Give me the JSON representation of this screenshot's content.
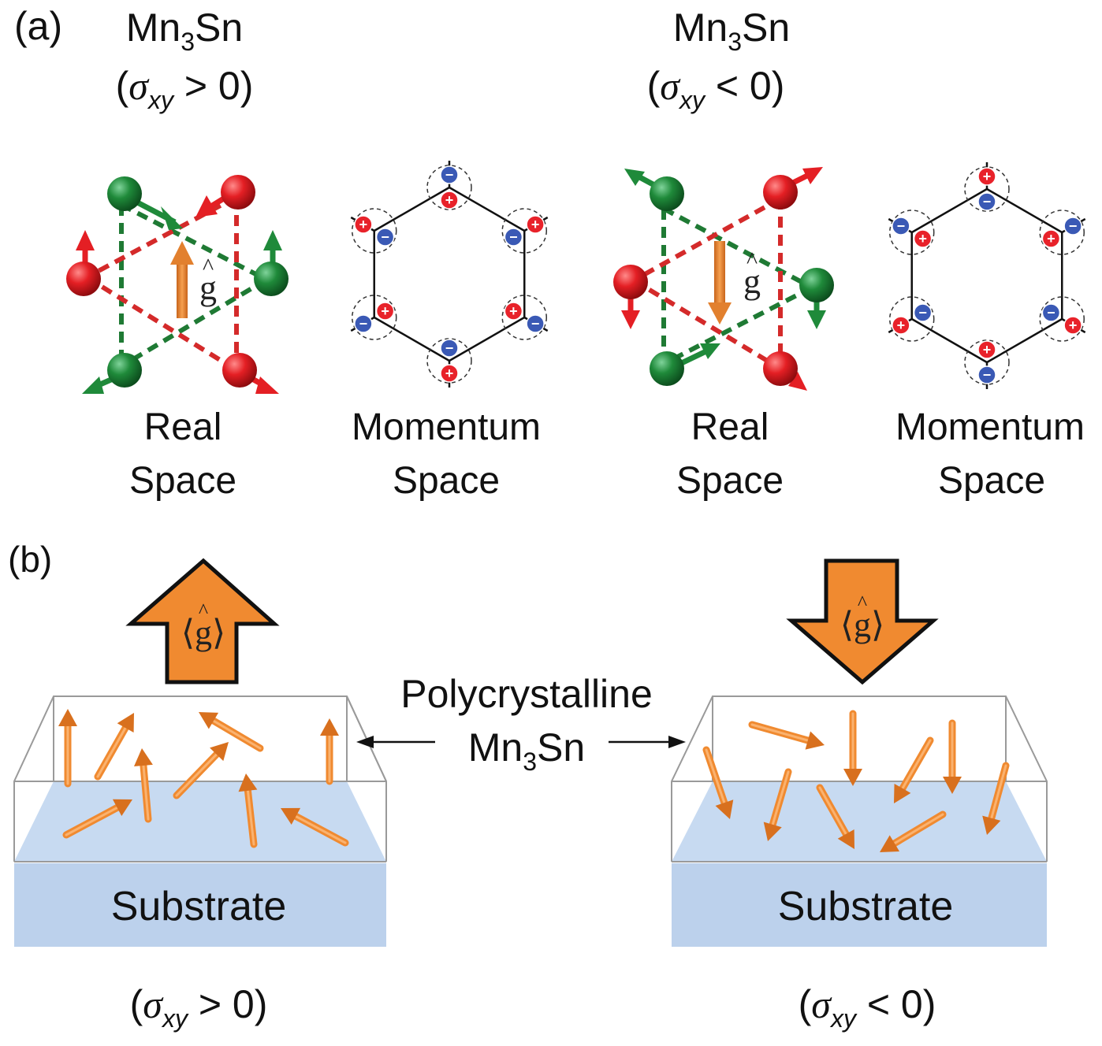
{
  "panel_a": {
    "label": "(a)",
    "left": {
      "formula": {
        "pre": "Mn",
        "sub": "3",
        "post": "Sn"
      },
      "sigma": {
        "open": "(",
        "symbol": "σ",
        "sub": "xy",
        "relation": " > 0",
        "close": ")"
      },
      "real_space": {
        "line1": "Real",
        "line2": "Space",
        "g_symbol": "g"
      },
      "momentum_space": {
        "line1": "Momentum",
        "line2": "Space"
      }
    },
    "right": {
      "formula": {
        "pre": "Mn",
        "sub": "3",
        "post": "Sn"
      },
      "sigma": {
        "open": "(",
        "symbol": "σ",
        "sub": "xy",
        "relation": " < 0",
        "close": ")"
      },
      "real_space": {
        "line1": "Real",
        "line2": "Space",
        "g_symbol": "g"
      },
      "momentum_space": {
        "line1": "Momentum",
        "line2": "Space"
      }
    },
    "charge": {
      "plus": "+",
      "minus": "−"
    }
  },
  "panel_b": {
    "label": "(b)",
    "center_label": {
      "line1": "Polycrystalline",
      "formula": {
        "pre": "Mn",
        "sub": "3",
        "post": "Sn"
      }
    },
    "left": {
      "arrow_label": "⟨g⟩",
      "substrate": "Substrate",
      "sigma": {
        "open": "(",
        "symbol": "σ",
        "sub": "xy",
        "relation": " > 0",
        "close": ")"
      }
    },
    "right": {
      "arrow_label": "⟨g⟩",
      "substrate": "Substrate",
      "sigma": {
        "open": "(",
        "symbol": "σ",
        "sub": "xy",
        "relation": " < 0",
        "close": ")"
      }
    }
  },
  "colors": {
    "red_atom": "#e41f24",
    "green_atom": "#1f8a3a",
    "orange_arrow": "#f08a30",
    "plus_charge": "#e8222a",
    "minus_charge": "#3a59b5",
    "substrate": "#bcd1ec",
    "film_base": "#c7daf1"
  }
}
